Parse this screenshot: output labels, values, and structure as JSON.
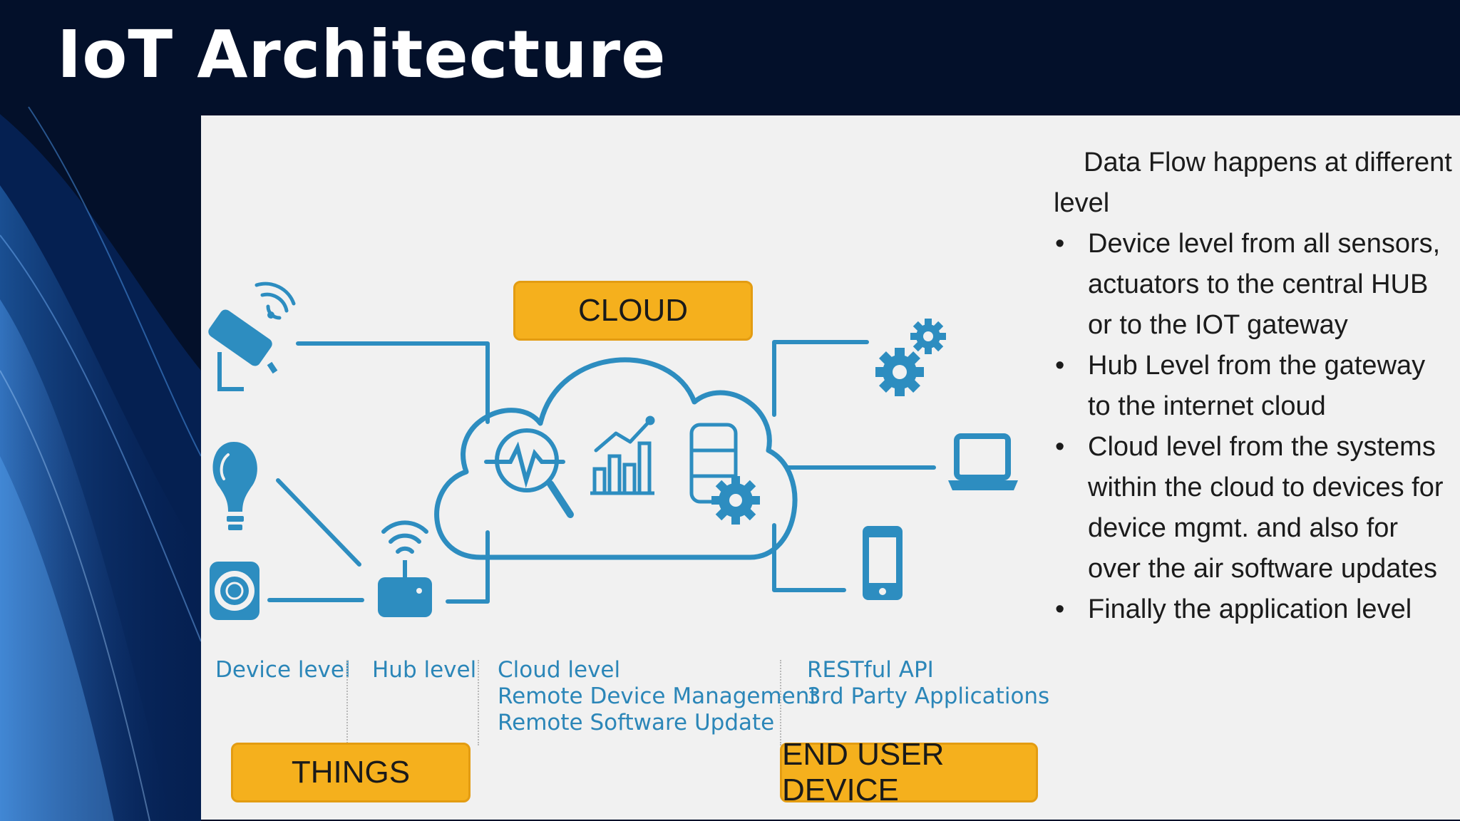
{
  "slide": {
    "title": "IoT Architecture"
  },
  "diagram": {
    "cloud_label": "CLOUD",
    "things_label": "THINGS",
    "end_user_label": "END USER DEVICE",
    "levels": {
      "device": "Device level",
      "hub": "Hub level",
      "cloud": [
        "Cloud level",
        "Remote Device Management",
        "Remote Software Update"
      ],
      "api": [
        "RESTful API",
        "3rd Party Applications"
      ]
    },
    "icons": {
      "things": [
        "security-camera-icon",
        "light-bulb-icon",
        "speaker-icon",
        "hub-router-icon"
      ],
      "cloud": [
        "analytics-magnifier-icon",
        "bar-chart-icon",
        "database-gear-icon"
      ],
      "end_user": [
        "gears-icon",
        "laptop-icon",
        "smartphone-icon"
      ]
    },
    "colors": {
      "accent_blue": "#2d8dc0",
      "label_orange": "#f5b01d",
      "panel_bg": "#f1f1f1",
      "slide_bg": "#03102a"
    }
  },
  "notes": {
    "intro": "Data Flow happens at different level",
    "bullets": [
      "Device level from all sensors, actuators to the central HUB or to the IOT gateway",
      "Hub Level from the gateway to the internet cloud",
      "Cloud level from the systems within the cloud to devices for device mgmt. and also for over the air software updates",
      "Finally the application level"
    ]
  }
}
